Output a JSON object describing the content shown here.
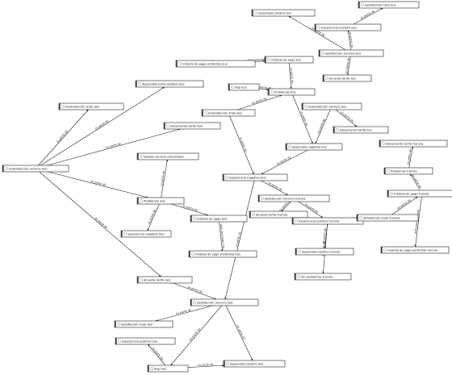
{
  "diagram": {
    "nodes": [
      {
        "id": "n1",
        "label": "Satisfaction trato bus"
      },
      {
        "id": "n2",
        "label": "Seguridad positiva bus"
      },
      {
        "id": "n3",
        "label": "Experiencia positiva bus"
      },
      {
        "id": "n4",
        "label": "Satisfacción servicio bus"
      },
      {
        "id": "n5",
        "label": "método de pago preferible bus"
      },
      {
        "id": "n6",
        "label": "método de pago bus"
      },
      {
        "id": "n7",
        "label": "Acuerdo tarifa bus"
      },
      {
        "id": "n8",
        "label": "App bus"
      },
      {
        "id": "n9",
        "label": "Problemas bus"
      },
      {
        "id": "n10",
        "label": "Seguridad antes positiva taxi"
      },
      {
        "id": "n11",
        "label": "Insatisfacción trato taxi"
      },
      {
        "id": "n12",
        "label": "Insatisfacción servicio bus"
      },
      {
        "id": "n13",
        "label": "Insatisfacción trato bus"
      },
      {
        "id": "n14",
        "label": "Desacuerdo tarifa taxi"
      },
      {
        "id": "n15",
        "label": "Desacuerdo tarifa bus"
      },
      {
        "id": "n16",
        "label": "Seguridad negativa bus"
      },
      {
        "id": "n17",
        "label": "Desacuerdo tarifa tranvía"
      },
      {
        "id": "n18",
        "label": "Deseos servicio adicionales"
      },
      {
        "id": "n19",
        "label": "Insatisfacción servicio taxi"
      },
      {
        "id": "n20",
        "label": "Problemas tranvía"
      },
      {
        "id": "n21",
        "label": "Experiencia negativa bus"
      },
      {
        "id": "n22",
        "label": "método de pago tranvía"
      },
      {
        "id": "n23",
        "label": "Problemas taxi"
      },
      {
        "id": "n24",
        "label": "Satisfacción servicio tranvía"
      },
      {
        "id": "n25",
        "label": "Acuerdo tarifa tranvía"
      },
      {
        "id": "n26",
        "label": "método de pago taxi"
      },
      {
        "id": "n27",
        "label": "Experiencia positiva tranvía"
      },
      {
        "id": "n28",
        "label": "Satisfacción trato tranvía"
      },
      {
        "id": "n29",
        "label": "experiencia negativa taxi"
      },
      {
        "id": "n30",
        "label": "método de pago preferible tranvía"
      },
      {
        "id": "n31",
        "label": "método de pago preferible taxi"
      },
      {
        "id": "n32",
        "label": "Seguridad positiva tranvía"
      },
      {
        "id": "n33",
        "label": "Sin problemas tranvía"
      },
      {
        "id": "n34",
        "label": "Acuerdo tarifa taxi"
      },
      {
        "id": "n35",
        "label": "Satisfacción servicio taxi"
      },
      {
        "id": "n36",
        "label": "Satisfacción trato taxi"
      },
      {
        "id": "n37",
        "label": "experiencia positiva taxi"
      },
      {
        "id": "n38",
        "label": "App taxi"
      },
      {
        "id": "n39",
        "label": "Seguridad positiva taxi"
      }
    ],
    "edges": [
      {
        "from": "n4",
        "to": "n2",
        "label": "es parte de"
      },
      {
        "from": "n4",
        "to": "n3",
        "label": "es parte de"
      },
      {
        "from": "n3",
        "to": "n1",
        "label": "es parte de"
      },
      {
        "from": "n4",
        "to": "n7",
        "label": "es parte de"
      },
      {
        "from": "n5",
        "to": "n6",
        "label": "está asociado con"
      },
      {
        "from": "n6",
        "to": "n9",
        "label": "es parte de"
      },
      {
        "from": "n8",
        "to": "n9",
        "label": "es parte de"
      },
      {
        "from": "n9",
        "to": "n16",
        "label": "es parte de"
      },
      {
        "from": "n12",
        "to": "n15",
        "label": "es parte de"
      },
      {
        "from": "n12",
        "to": "n16",
        "label": "es parte de"
      },
      {
        "from": "n13",
        "to": "n9",
        "label": "es parte de"
      },
      {
        "from": "n13",
        "to": "n21",
        "label": "es parte de"
      },
      {
        "from": "n16",
        "to": "n21",
        "label": "es parte de"
      },
      {
        "from": "n19",
        "to": "n10",
        "label": "es parte de"
      },
      {
        "from": "n19",
        "to": "n11",
        "label": "es parte de"
      },
      {
        "from": "n19",
        "to": "n14",
        "label": "es parte de"
      },
      {
        "from": "n19",
        "to": "n23",
        "label": "es parte de"
      },
      {
        "from": "n19",
        "to": "n34",
        "label": "es parte de"
      },
      {
        "from": "n23",
        "to": "n18",
        "label": "es parte de"
      },
      {
        "from": "n23",
        "to": "n26",
        "label": "es parte de"
      },
      {
        "from": "n23",
        "to": "n29",
        "label": "es parte de"
      },
      {
        "from": "n26",
        "to": "n31",
        "label": "está asociado con"
      },
      {
        "from": "n21",
        "to": "n24",
        "label": "es parte de"
      },
      {
        "from": "n21",
        "to": "n35",
        "label": "es parte de"
      },
      {
        "from": "n24",
        "to": "n25",
        "label": "es parte de"
      },
      {
        "from": "n24",
        "to": "n27",
        "label": "es parte de"
      },
      {
        "from": "n27",
        "to": "n28",
        "label": "es causa de"
      },
      {
        "from": "n27",
        "to": "n32",
        "label": "es parte de"
      },
      {
        "from": "n27",
        "to": "n33",
        "label": "es parte de"
      },
      {
        "from": "n28",
        "to": "n22",
        "label": "es parte de"
      },
      {
        "from": "n22",
        "to": "n20",
        "label": "es parte de"
      },
      {
        "from": "n20",
        "to": "n17",
        "label": "es parte de"
      },
      {
        "from": "n22",
        "to": "n30",
        "label": "está asociado con"
      },
      {
        "from": "n34",
        "to": "n35",
        "label": "es parte de"
      },
      {
        "from": "n35",
        "to": "n36",
        "label": "es parte de"
      },
      {
        "from": "n35",
        "to": "n38",
        "label": "es parte de"
      },
      {
        "from": "n35",
        "to": "n39",
        "label": "es parte de"
      },
      {
        "from": "n38",
        "to": "n37",
        "label": "es parte de"
      },
      {
        "from": "n38",
        "to": "n39",
        "label": "es parte de"
      }
    ]
  }
}
